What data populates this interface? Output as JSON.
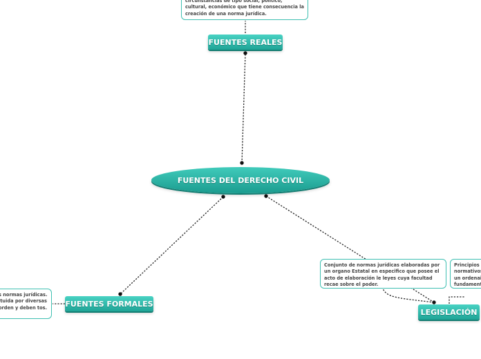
{
  "central": {
    "label": "FUENTES DEL DERECHO CIVIL"
  },
  "fuentes_reales": {
    "label": "FUENTES REALES",
    "note": "circunstancias de tipo social, político, cultural, económico que tiene consecuencia la creación de una norma jurídica."
  },
  "fuentes_formales": {
    "label": "FUENTES FORMALES",
    "note": "s normas jurídicas. ituida por diversas orden y deben tos."
  },
  "legislacion": {
    "label": "LEGISLACIÓN",
    "note_1": "Conjunto de normas jurídicas  elaboradas por un organo Estatal en especifico que posee el acto de elaboración le leyes cuya facultad recae sobre el poder.",
    "note_2": "Principios g normativos un ordenaie fundament"
  },
  "colors": {
    "topic": "#2bb3a5",
    "note_border": "#3dbfb1",
    "connector": "#1a1a1a"
  }
}
